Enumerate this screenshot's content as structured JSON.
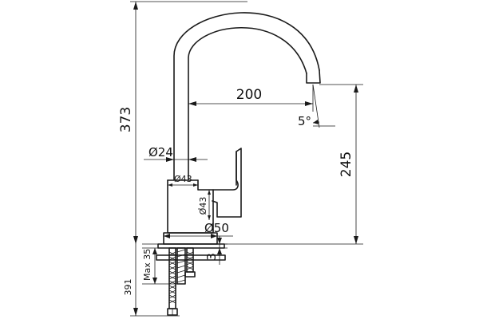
{
  "dimensions": {
    "overall_height": "373",
    "spout_reach": "200",
    "spout_angle": "5°",
    "spout_height": "245",
    "pipe_diameter": "Ø24",
    "body_diameter": "Ø43",
    "body_diameter_vertical": "Ø43",
    "base_diameter": "Ø50",
    "base_thickness": "3",
    "max_deck_thickness": "Max 35",
    "total_height": "391"
  }
}
